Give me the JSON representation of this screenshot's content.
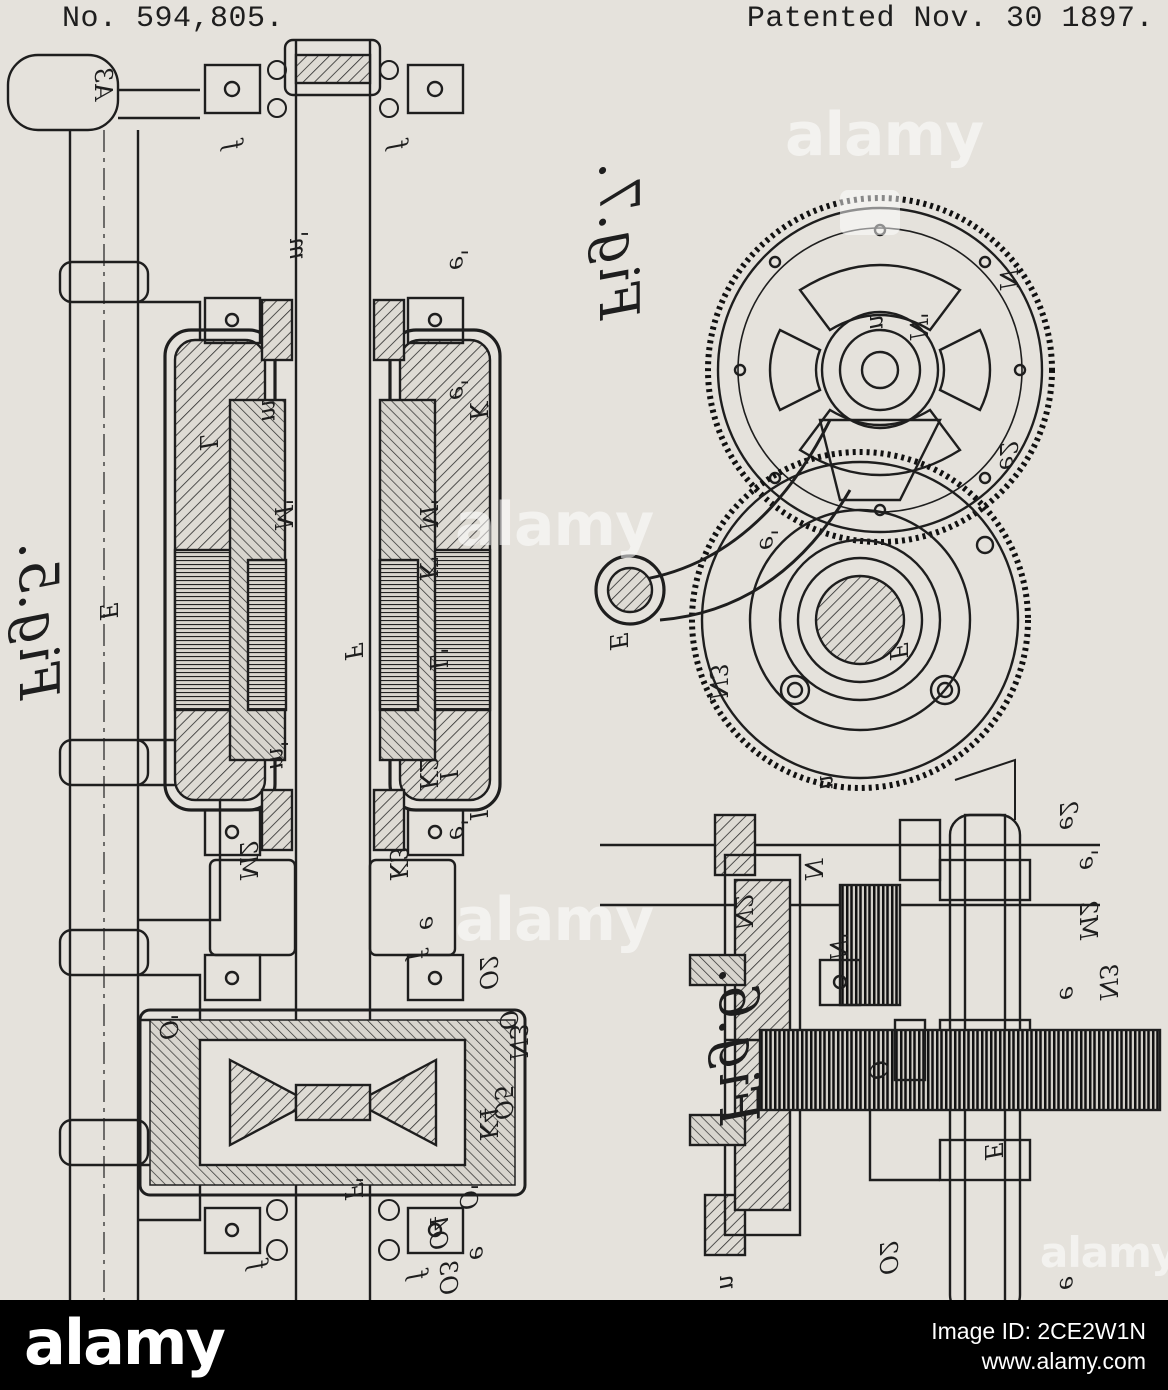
{
  "header": {
    "patent_number": "No. 594,805.",
    "patent_date": "Patented Nov. 30 1897."
  },
  "figures": {
    "fig5": "Fig.5.",
    "fig6": "Fig.6.",
    "fig7": "Fig.7."
  },
  "part_labels": {
    "fig5": [
      "A3",
      "f",
      "f",
      "e'",
      "m'",
      "e'",
      "m",
      "L",
      "M'",
      "M'",
      "K",
      "K'",
      "E",
      "F",
      "L'",
      "m'",
      "K2",
      "I",
      "I",
      "e'",
      "M2",
      "K3",
      "e",
      "f",
      "O2",
      "O",
      "N3",
      "O'",
      "O5",
      "K4",
      "F'",
      "O'",
      "O4",
      "f",
      "f",
      "e",
      "O3"
    ],
    "fig6": [
      "n",
      "N",
      "e2",
      "e'",
      "N'",
      "N2",
      "M2",
      "e",
      "N3",
      "O",
      "E",
      "n",
      "e",
      "O2"
    ],
    "fig7": [
      "N",
      "n",
      "N'",
      "e2",
      "e'",
      "E",
      "N3",
      "F"
    ]
  },
  "watermark": {
    "text": "alamy"
  },
  "footer": {
    "logo": "alamy",
    "image_id": "Image ID: 2CE2W1N",
    "site": "www.alamy.com"
  },
  "colors": {
    "paper": "#e5e2dc",
    "ink": "#1e1e1e",
    "footer_bg": "#000000"
  }
}
